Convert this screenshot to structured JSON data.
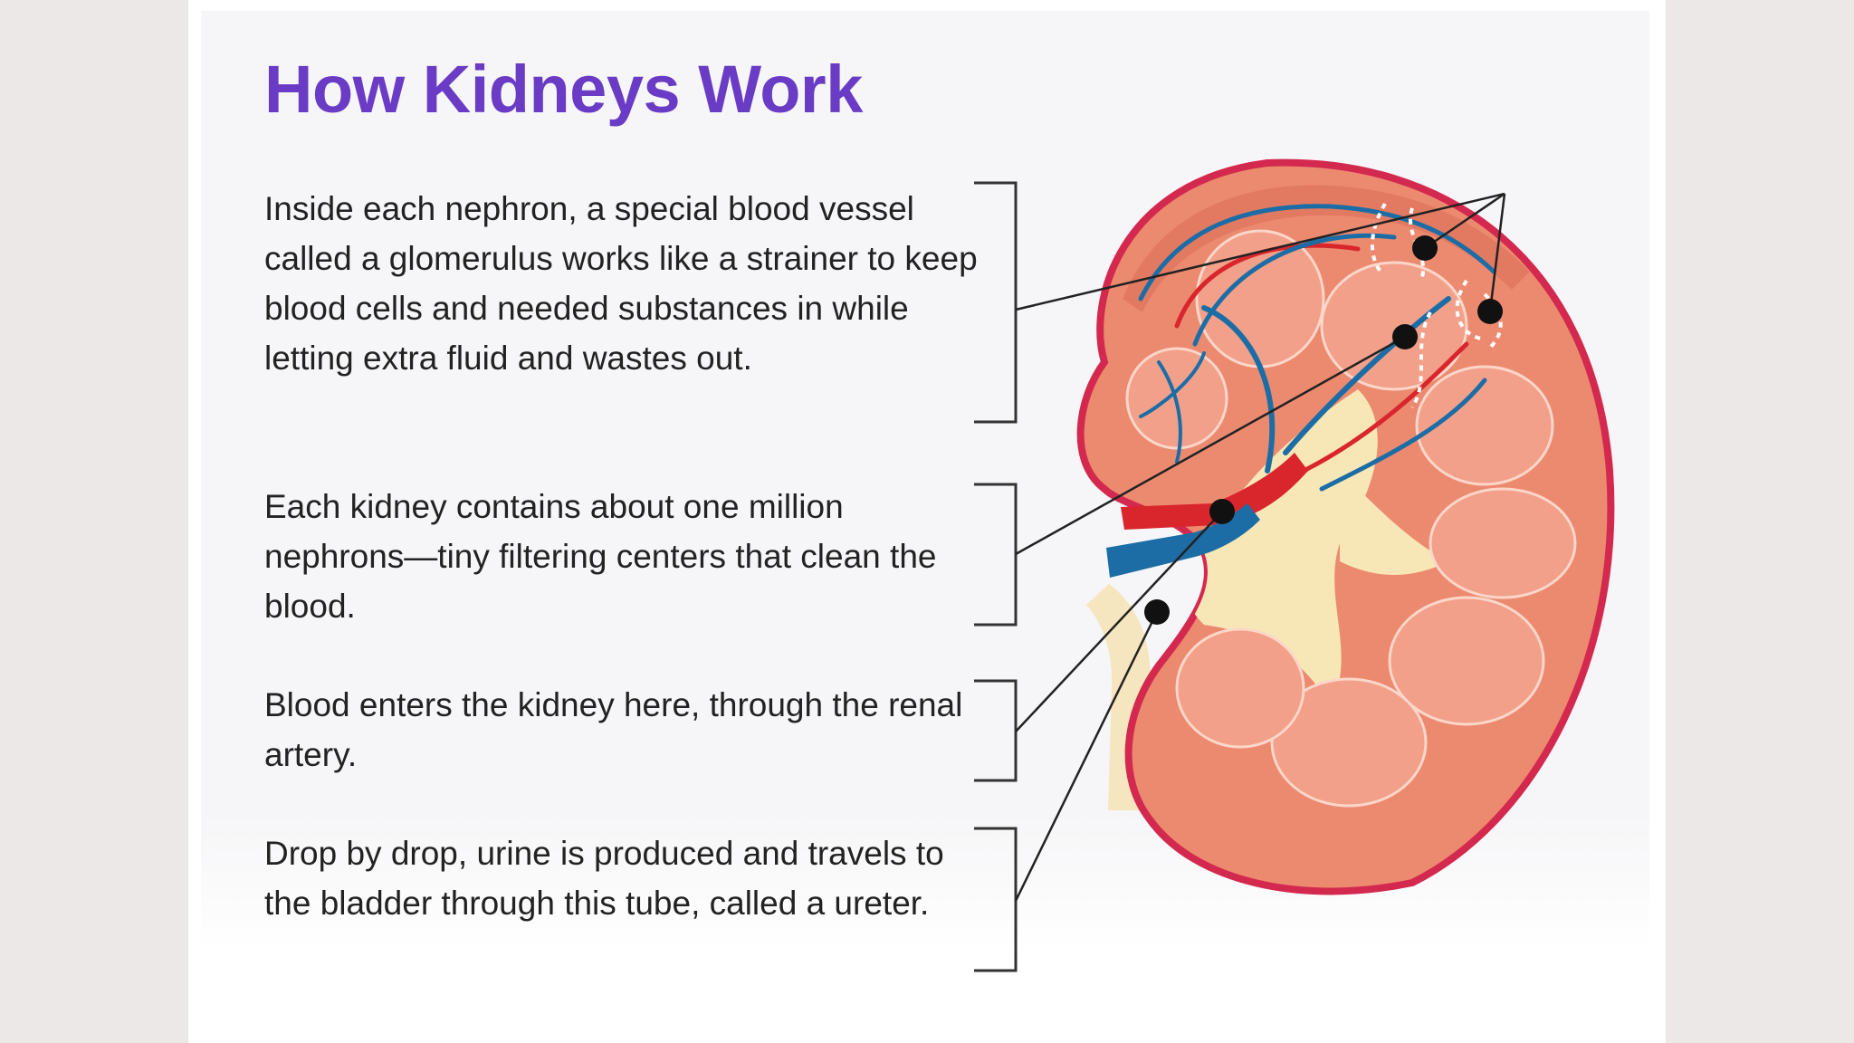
{
  "title": "How Kidneys Work",
  "captions": [
    "Inside each nephron, a special blood vessel called a glomerulus works like a strainer to keep blood cells and needed substances in while letting extra fluid and wastes out.",
    "Each kidney contains about one million nephrons—tiny filtering centers that clean the blood.",
    "Blood enters the kidney here, through the renal artery.",
    "Drop by drop, urine is produced and travels to the bladder through this tube, called a ureter."
  ],
  "colors": {
    "title": "#6a3bc4",
    "text": "#222222",
    "kidney_outline": "#d4294f",
    "kidney_fill": "#ec8a70",
    "pyramids": "#f2a08a",
    "pelvis": "#f8e7b6",
    "artery": "#d9262c",
    "vein": "#1c6da5"
  }
}
